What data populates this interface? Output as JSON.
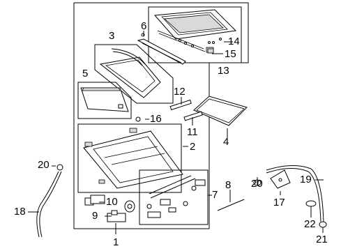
{
  "diagram": {
    "callouts": [
      {
        "id": "1",
        "text": "1"
      },
      {
        "id": "2",
        "text": "2"
      },
      {
        "id": "3",
        "text": "3"
      },
      {
        "id": "4",
        "text": "4"
      },
      {
        "id": "5",
        "text": "5"
      },
      {
        "id": "6",
        "text": "6"
      },
      {
        "id": "7",
        "text": "7"
      },
      {
        "id": "8",
        "text": "8"
      },
      {
        "id": "9",
        "text": "9"
      },
      {
        "id": "10",
        "text": "10"
      },
      {
        "id": "11",
        "text": "11"
      },
      {
        "id": "12",
        "text": "12"
      },
      {
        "id": "13",
        "text": "13"
      },
      {
        "id": "14",
        "text": "14"
      },
      {
        "id": "15",
        "text": "15"
      },
      {
        "id": "16",
        "text": "16"
      },
      {
        "id": "17",
        "text": "17"
      },
      {
        "id": "18",
        "text": "18"
      },
      {
        "id": "19",
        "text": "19"
      },
      {
        "id": "20a",
        "text": "20"
      },
      {
        "id": "20b",
        "text": "20"
      },
      {
        "id": "21",
        "text": "21"
      },
      {
        "id": "22",
        "text": "22"
      }
    ]
  }
}
